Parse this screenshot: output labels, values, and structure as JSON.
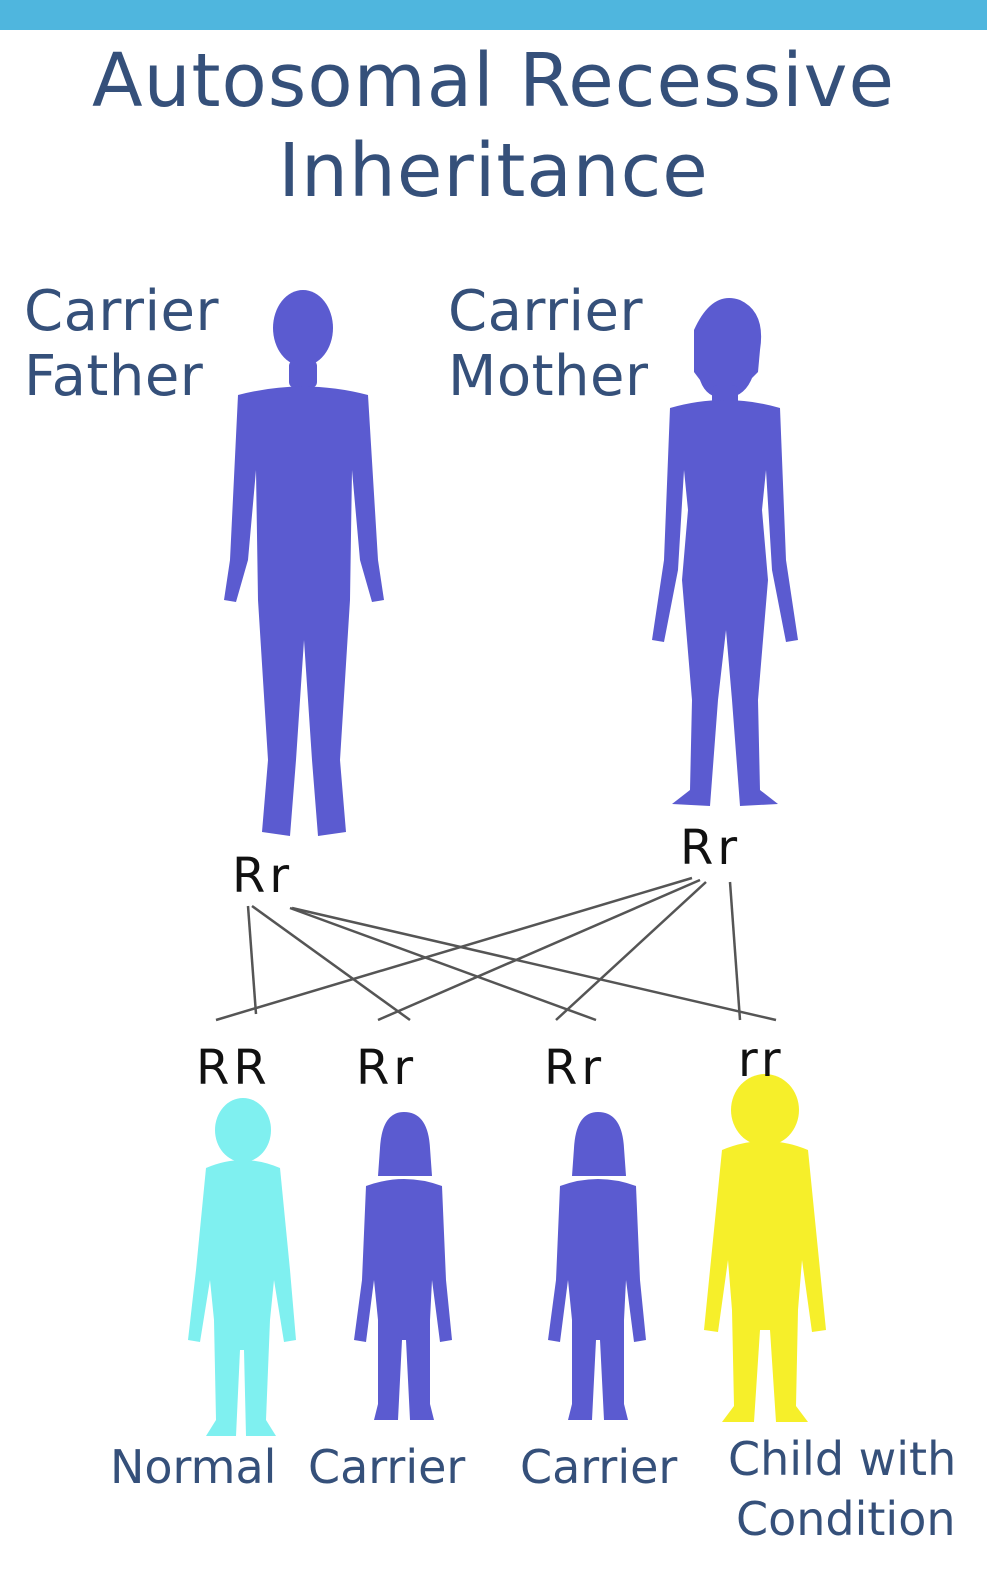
{
  "title_line1": "Autosomal Recessive",
  "title_line2": "Inheritance",
  "parents": {
    "father": {
      "line1": "Carrier",
      "line2": "Father",
      "genotype": "Rr"
    },
    "mother": {
      "line1": "Carrier",
      "line2": "Mother",
      "genotype": "Rr"
    }
  },
  "children": [
    {
      "genotype": "RR",
      "line1": "Normal",
      "line2": ""
    },
    {
      "genotype": "Rr",
      "line1": "Carrier",
      "line2": ""
    },
    {
      "genotype": "Rr",
      "line1": "Carrier",
      "line2": ""
    },
    {
      "genotype": "rr",
      "line1": "Child with",
      "line2": "Condition"
    }
  ],
  "colors": {
    "top_bar": "#4fb6de",
    "text": "#35507a",
    "carrier": "#5b5bd0",
    "normal": "#7ff0f0",
    "affected": "#f6ef2a",
    "lines": "#555555"
  }
}
